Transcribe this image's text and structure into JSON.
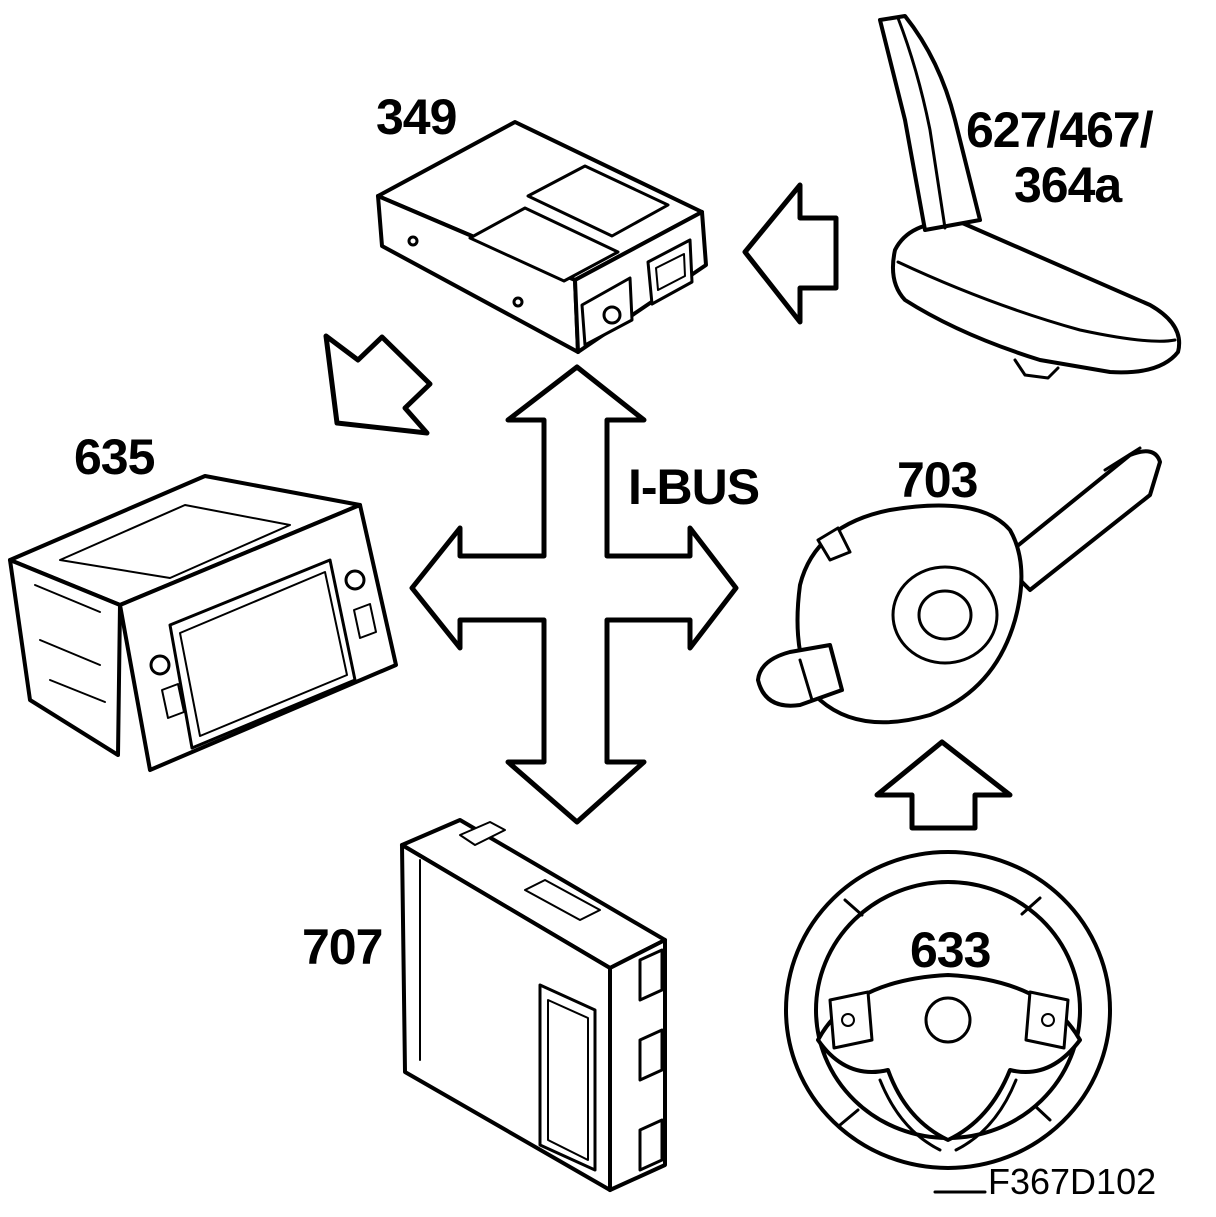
{
  "labels": {
    "gps_module": "349",
    "antenna_line1": "627/467/",
    "antenna_line2": "364a",
    "infotainment": "635",
    "bus": "I-BUS",
    "switch_unit": "703",
    "control_module": "707",
    "steering_wheel": "633"
  },
  "figure_code": "F367D102"
}
